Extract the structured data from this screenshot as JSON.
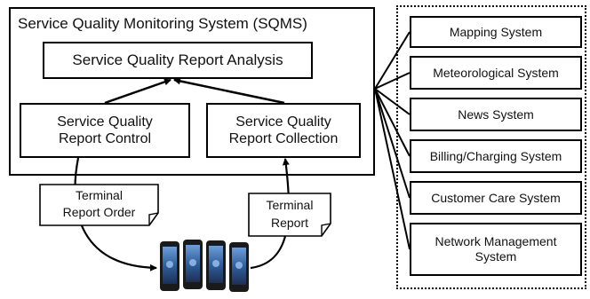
{
  "sqms": {
    "title": "Service Quality Monitoring System (SQMS)",
    "analysis": "Service Quality Report Analysis",
    "control_line1": "Service Quality",
    "control_line2": "Report Control",
    "collection_line1": "Service Quality",
    "collection_line2": "Report Collection"
  },
  "notes": {
    "order_line1": "Terminal",
    "order_line2": "Report Order",
    "report_line1": "Terminal",
    "report_line2": "Report"
  },
  "external_systems": [
    {
      "label": "Mapping System"
    },
    {
      "label": "Meteorological System"
    },
    {
      "label": "News System"
    },
    {
      "label": "Billing/Charging System"
    },
    {
      "label": "Customer Care System"
    },
    {
      "label": "Network Management System"
    }
  ],
  "icons": {
    "terminals": "smartphone-icon"
  }
}
